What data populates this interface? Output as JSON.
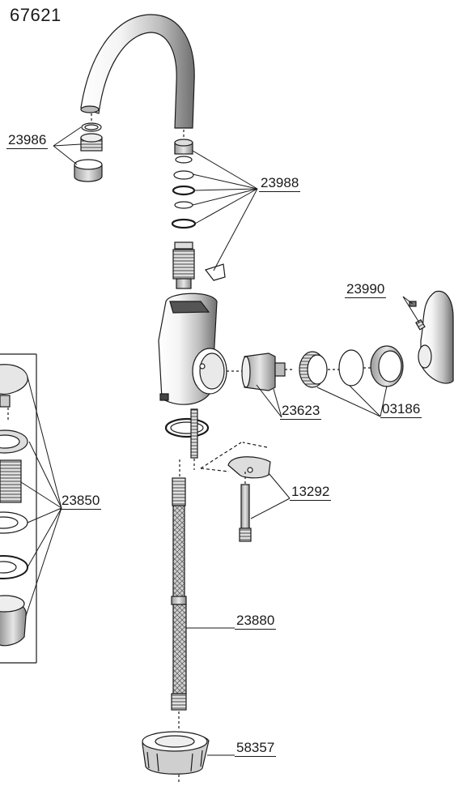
{
  "diagram": {
    "model_number": "67621",
    "parts": {
      "aerator": "23986",
      "seals_kit": "23988",
      "set_screw": "23990",
      "cartridge": "23623",
      "retainer_nut": "03186",
      "mounting_kit": "13292",
      "drain": "23850",
      "supply_hose": "23880",
      "escutcheon": "58357"
    }
  },
  "colors": {
    "line": "#1a1a1a",
    "fill_light": "#ffffff",
    "fill_gray": "#d9d9d9",
    "fill_dark": "#8c8c8c"
  }
}
